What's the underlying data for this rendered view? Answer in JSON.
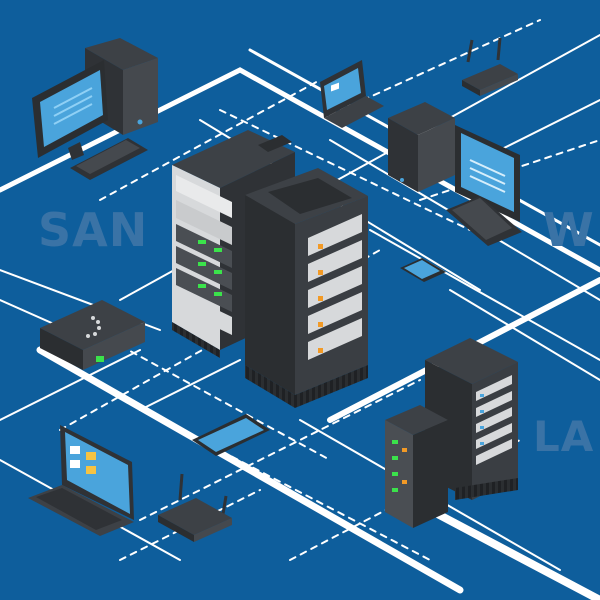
{
  "labels": {
    "san": "SAN",
    "wan": "W",
    "lan": "LA"
  },
  "colors": {
    "background": "#0e5e9c",
    "label": "#3a73a6",
    "cable": "#ffffff",
    "device_dark": "#2f3236",
    "device_top": "#3d4146",
    "device_light": "#d7d9db",
    "screen": "#4aa4dc",
    "led_green": "#3be34b",
    "led_orange": "#f29a26"
  },
  "icons": [
    "desktop-pc-icon",
    "laptop-icon",
    "wifi-router-icon",
    "server-rack-icon",
    "network-switch-icon",
    "tablet-icon"
  ]
}
